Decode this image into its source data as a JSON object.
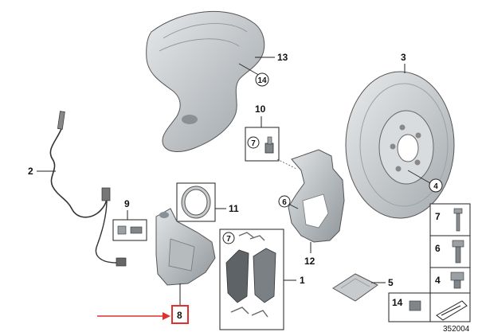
{
  "diagram": {
    "labels": {
      "p1": "1",
      "p2": "2",
      "p3": "3",
      "p4": "4",
      "p5": "5",
      "p6": "6",
      "p7": "7",
      "p8": "8",
      "p9": "9",
      "p10": "10",
      "p11": "11",
      "p12": "12",
      "p13": "13",
      "p14": "14"
    },
    "legend": {
      "l7": "7",
      "l6": "6",
      "l4": "4",
      "l14": "14"
    },
    "reference_number": "352004",
    "colors": {
      "highlight": "#e03030",
      "part_fill": "#cfd3d6",
      "part_dark": "#8c9296",
      "outline": "#222222"
    }
  }
}
